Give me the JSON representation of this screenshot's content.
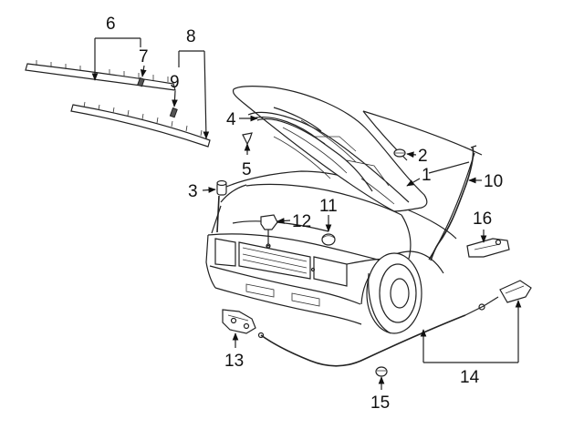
{
  "diagram": {
    "colors": {
      "line": "#222222",
      "background": "#ffffff"
    },
    "callouts": {
      "c1": "1",
      "c2": "2",
      "c3": "3",
      "c4": "4",
      "c5": "5",
      "c6": "6",
      "c7": "7",
      "c8": "8",
      "c9": "9",
      "c10": "10",
      "c11": "11",
      "c12": "12",
      "c13": "13",
      "c14": "14",
      "c15": "15",
      "c16": "16"
    }
  }
}
